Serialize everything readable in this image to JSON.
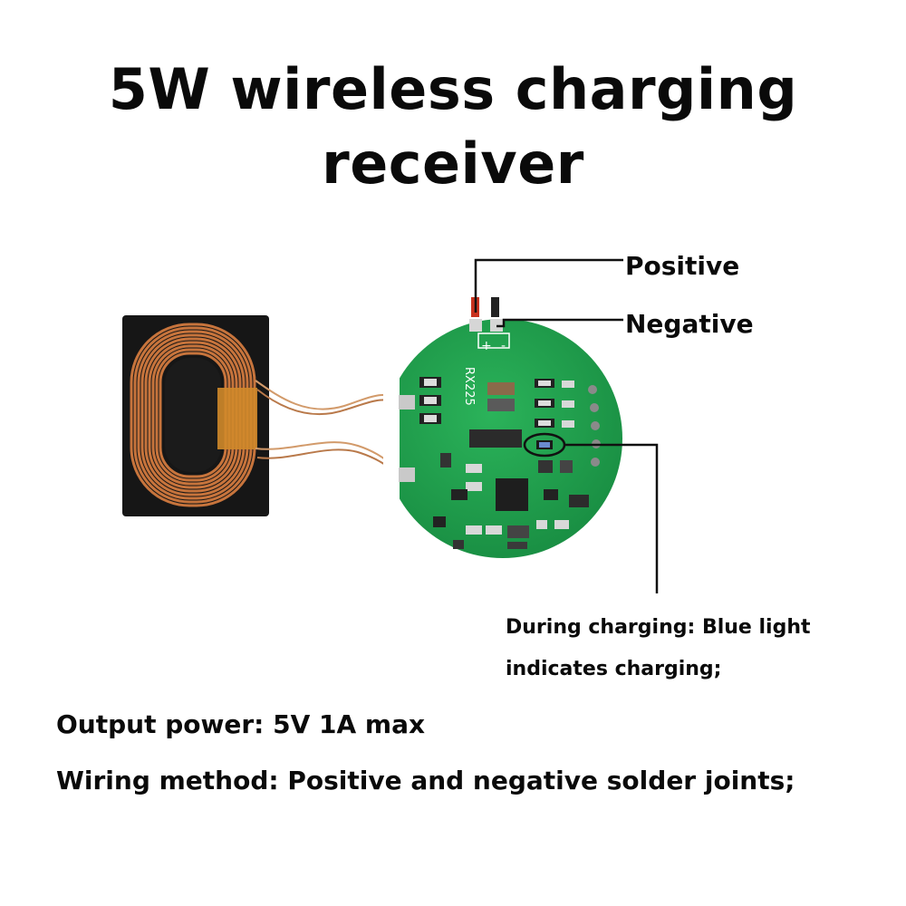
{
  "title": {
    "line1": "5W wireless charging",
    "line2": "receiver"
  },
  "callouts": {
    "positive": "Positive",
    "negative": "Negative",
    "charging_line1": "During charging: Blue light",
    "charging_line2": "indicates charging;"
  },
  "pcb": {
    "model": "RX225",
    "plus": "+",
    "minus": "-"
  },
  "specs": {
    "output": "Output power: 5V 1A max",
    "wiring": "Wiring method: Positive and negative solder joints;"
  },
  "colors": {
    "pcb": "#1f9a4a",
    "coil": "#c7743c",
    "ferrite": "#161616",
    "leader": "#111111"
  }
}
